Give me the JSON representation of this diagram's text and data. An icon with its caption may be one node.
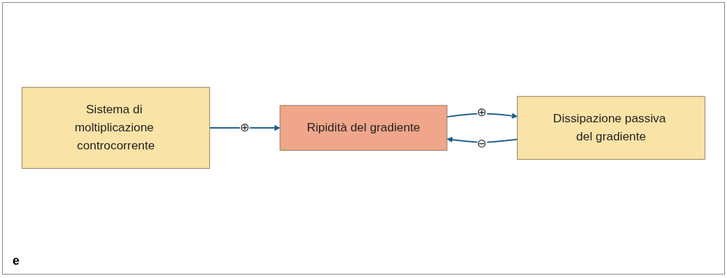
{
  "diagram": {
    "nodes": [
      {
        "text": [
          "Sistema di moltiplicazione controcorrente"
        ]
      },
      {
        "text": [
          "Ripidità del gradiente"
        ]
      },
      {
        "text": [
          "Dissipazione passiva del gradiente"
        ]
      }
    ],
    "edges": [
      {
        "from": 0,
        "to": 1,
        "arrow": "to",
        "label": "⊕"
      },
      {
        "from": 2,
        "to": 1,
        "arrow": "to",
        "label": "⊖"
      },
      {
        "from": 1,
        "to": 2,
        "arrow": "to",
        "label": "⊕"
      }
    ],
    "labels": [
      "e"
    ]
  }
}
